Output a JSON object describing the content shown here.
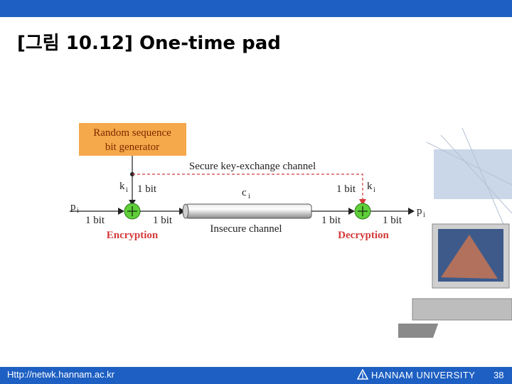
{
  "slide": {
    "title": "[그림 10.12] One-time pad",
    "page_number": "38"
  },
  "footer": {
    "url": "Http://netwk.hannam.ac.kr",
    "university": "HANNAM UNIVERSITY"
  },
  "diagram": {
    "generator_line1": "Random sequence",
    "generator_line2": "bit generator",
    "secure_channel": "Secure key-exchange channel",
    "insecure_channel": "Insecure channel",
    "k_left": "k",
    "k_left_sub": "i",
    "k_right": "k",
    "k_right_sub": "i",
    "bit_1": "1 bit",
    "p_left": "p",
    "p_left_sub": "i",
    "p_right": "p",
    "p_right_sub": "i",
    "c": "c",
    "c_sub": "i",
    "encryption": "Encryption",
    "decryption": "Decryption",
    "colors": {
      "generator_fill": "#f6a94a",
      "generator_text": "#7a2a00",
      "xor_fill": "#5fcf3a",
      "dashed_line": "#d43a3a",
      "red_label": "#d43a3a",
      "bars": "#1d5fc2"
    }
  }
}
